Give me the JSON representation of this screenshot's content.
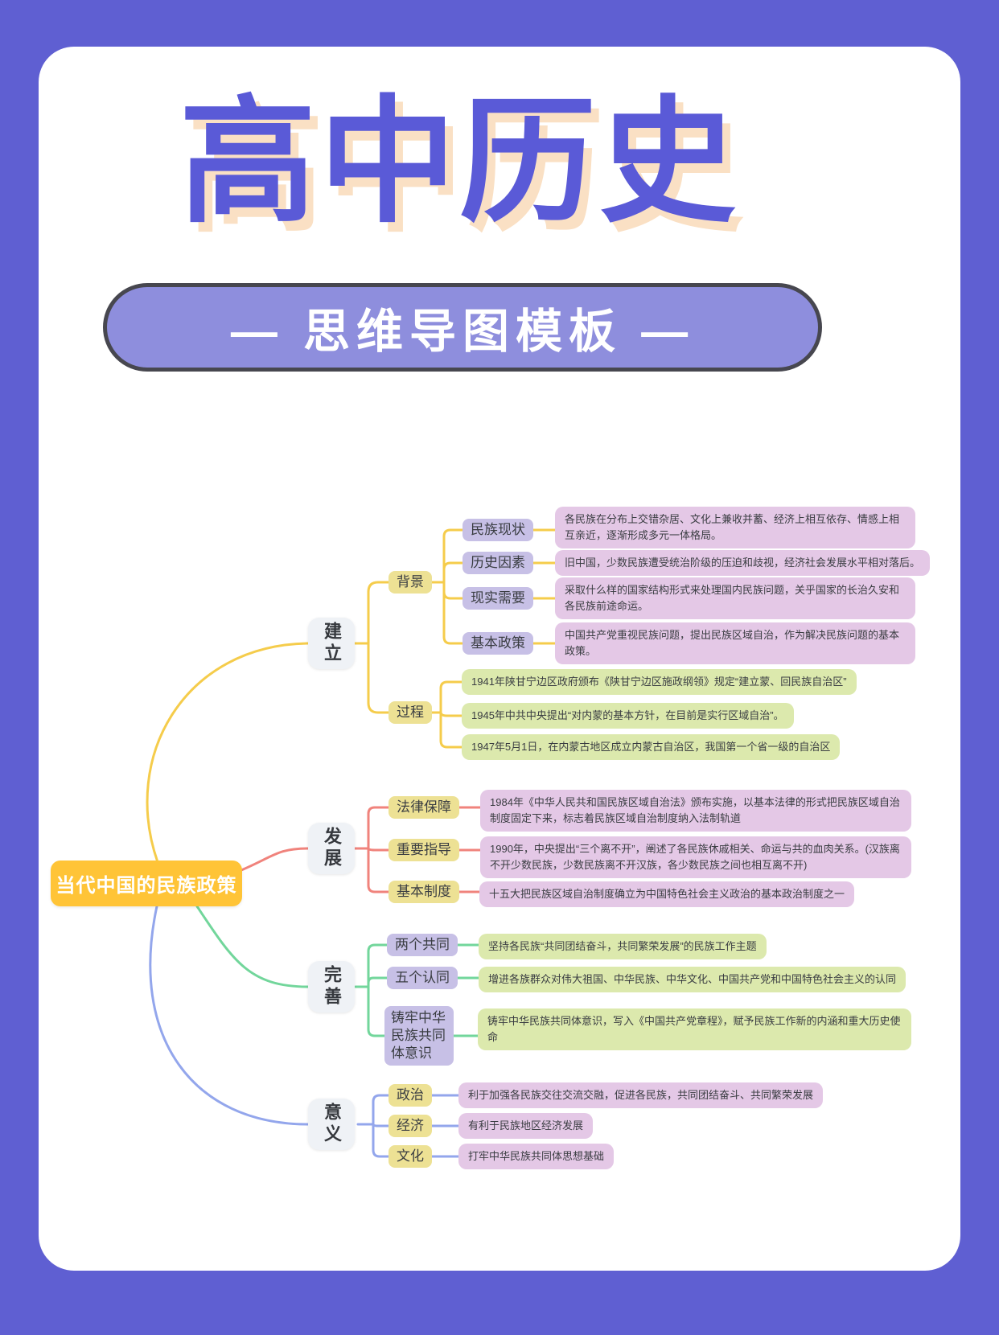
{
  "header": {
    "title": "高中历史",
    "subtitle": "— 思维导图模板 —"
  },
  "colors": {
    "page_background": "#5F5FD2",
    "title_purple": "#5A5AD7",
    "title_shadow": "#FAE0C4",
    "banner_fill": "#8E8EDD",
    "banner_border": "#47474F",
    "root_fill": "#FFC437",
    "branch_establish_line": "#F5CC4B",
    "branch_develop_line": "#F0837C",
    "branch_improve_line": "#72D69B",
    "branch_significance_line": "#93A6EC",
    "tag_yellow": "#EDE194",
    "tag_lavender": "#C7C0E6",
    "content_pink": "#E4C8E6",
    "content_green": "#DCE9AD"
  },
  "mindmap": {
    "root_label": "当代中国的民族政策",
    "branches": [
      {
        "label": "建立",
        "line_color": "#F5CC4B",
        "groups": [
          {
            "label": "背景",
            "items": [
              {
                "label": "民族现状",
                "text": "各民族在分布上交错杂居、文化上兼收并蓄、经济上相互依存、情感上相互亲近，逐渐形成多元一体格局。"
              },
              {
                "label": "历史因素",
                "text": "旧中国，少数民族遭受统治阶级的压迫和歧视，经济社会发展水平相对落后。"
              },
              {
                "label": "现实需要",
                "text": "采取什么样的国家结构形式来处理国内民族问题，关乎国家的长治久安和各民族前途命运。"
              },
              {
                "label": "基本政策",
                "text": "中国共产党重视民族问题，提出民族区域自治，作为解决民族问题的基本政策。"
              }
            ]
          },
          {
            "label": "过程",
            "items": [
              {
                "text": "1941年陕甘宁边区政府颁布《陕甘宁边区施政纲领》规定“建立蒙、回民族自治区”"
              },
              {
                "text": "1945年中共中央提出“对内蒙的基本方针，在目前是实行区域自治”。"
              },
              {
                "text": "1947年5月1日，在内蒙古地区成立内蒙古自治区，我国第一个省一级的自治区"
              }
            ]
          }
        ]
      },
      {
        "label": "发展",
        "line_color": "#F0837C",
        "items": [
          {
            "label": "法律保障",
            "text": "1984年《中华人民共和国民族区域自治法》颁布实施，以基本法律的形式把民族区域自治制度固定下来，标志着民族区域自治制度纳入法制轨道"
          },
          {
            "label": "重要指导",
            "text": "1990年，中央提出“三个离不开”，阐述了各民族休戚相关、命运与共的血肉关系。(汉族离不开少数民族，少数民族离不开汉族，各少数民族之间也相互离不开)"
          },
          {
            "label": "基本制度",
            "text": "十五大把民族区域自治制度确立为中国特色社会主义政治的基本政治制度之一"
          }
        ]
      },
      {
        "label": "完善",
        "line_color": "#72D69B",
        "items": [
          {
            "label": "两个共同",
            "text": "坚持各民族“共同团结奋斗，共同繁荣发展”的民族工作主题"
          },
          {
            "label": "五个认同",
            "text": "增进各族群众对伟大祖国、中华民族、中华文化、中国共产党和中国特色社会主义的认同"
          },
          {
            "label": "铸牢中华民族共同体意识",
            "text": "铸牢中华民族共同体意识，写入《中国共产党章程》，赋予民族工作新的内涵和重大历史使命"
          }
        ]
      },
      {
        "label": "意义",
        "line_color": "#93A6EC",
        "items": [
          {
            "label": "政治",
            "text": "利于加强各民族交往交流交融，促进各民族，共同团结奋斗、共同繁荣发展"
          },
          {
            "label": "经济",
            "text": "有利于民族地区经济发展"
          },
          {
            "label": "文化",
            "text": "打牢中华民族共同体思想基础"
          }
        ]
      }
    ]
  }
}
